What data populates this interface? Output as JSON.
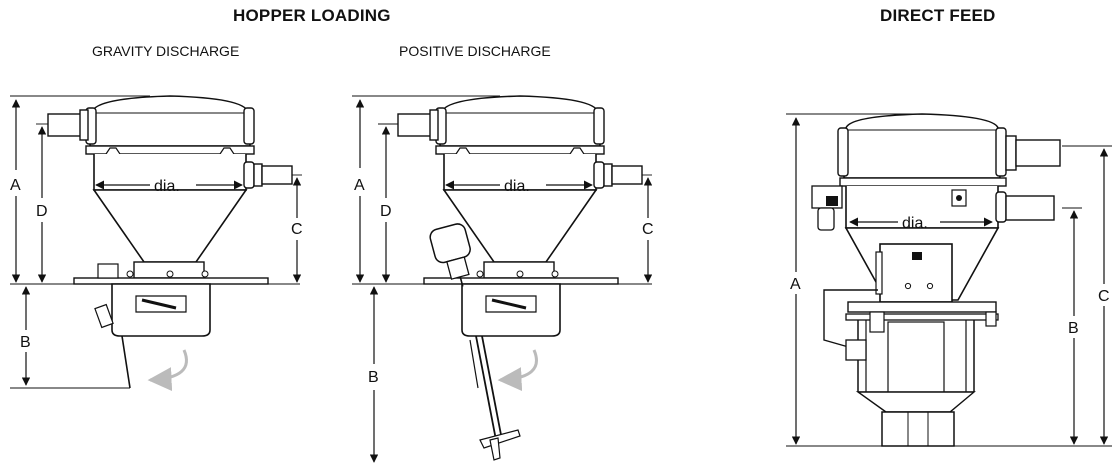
{
  "headings": {
    "hopper_loading": "HOPPER LOADING",
    "direct_feed": "DIRECT FEED",
    "gravity_discharge": "GRAVITY DISCHARGE",
    "positive_discharge": "POSITIVE DISCHARGE"
  },
  "dimension_labels": {
    "a": "A",
    "b": "B",
    "c": "C",
    "d": "D",
    "dia": "dia."
  },
  "colors": {
    "line": "#111111",
    "arrow_gray": "#bbbbbb",
    "body_fill": "#ffffff"
  }
}
